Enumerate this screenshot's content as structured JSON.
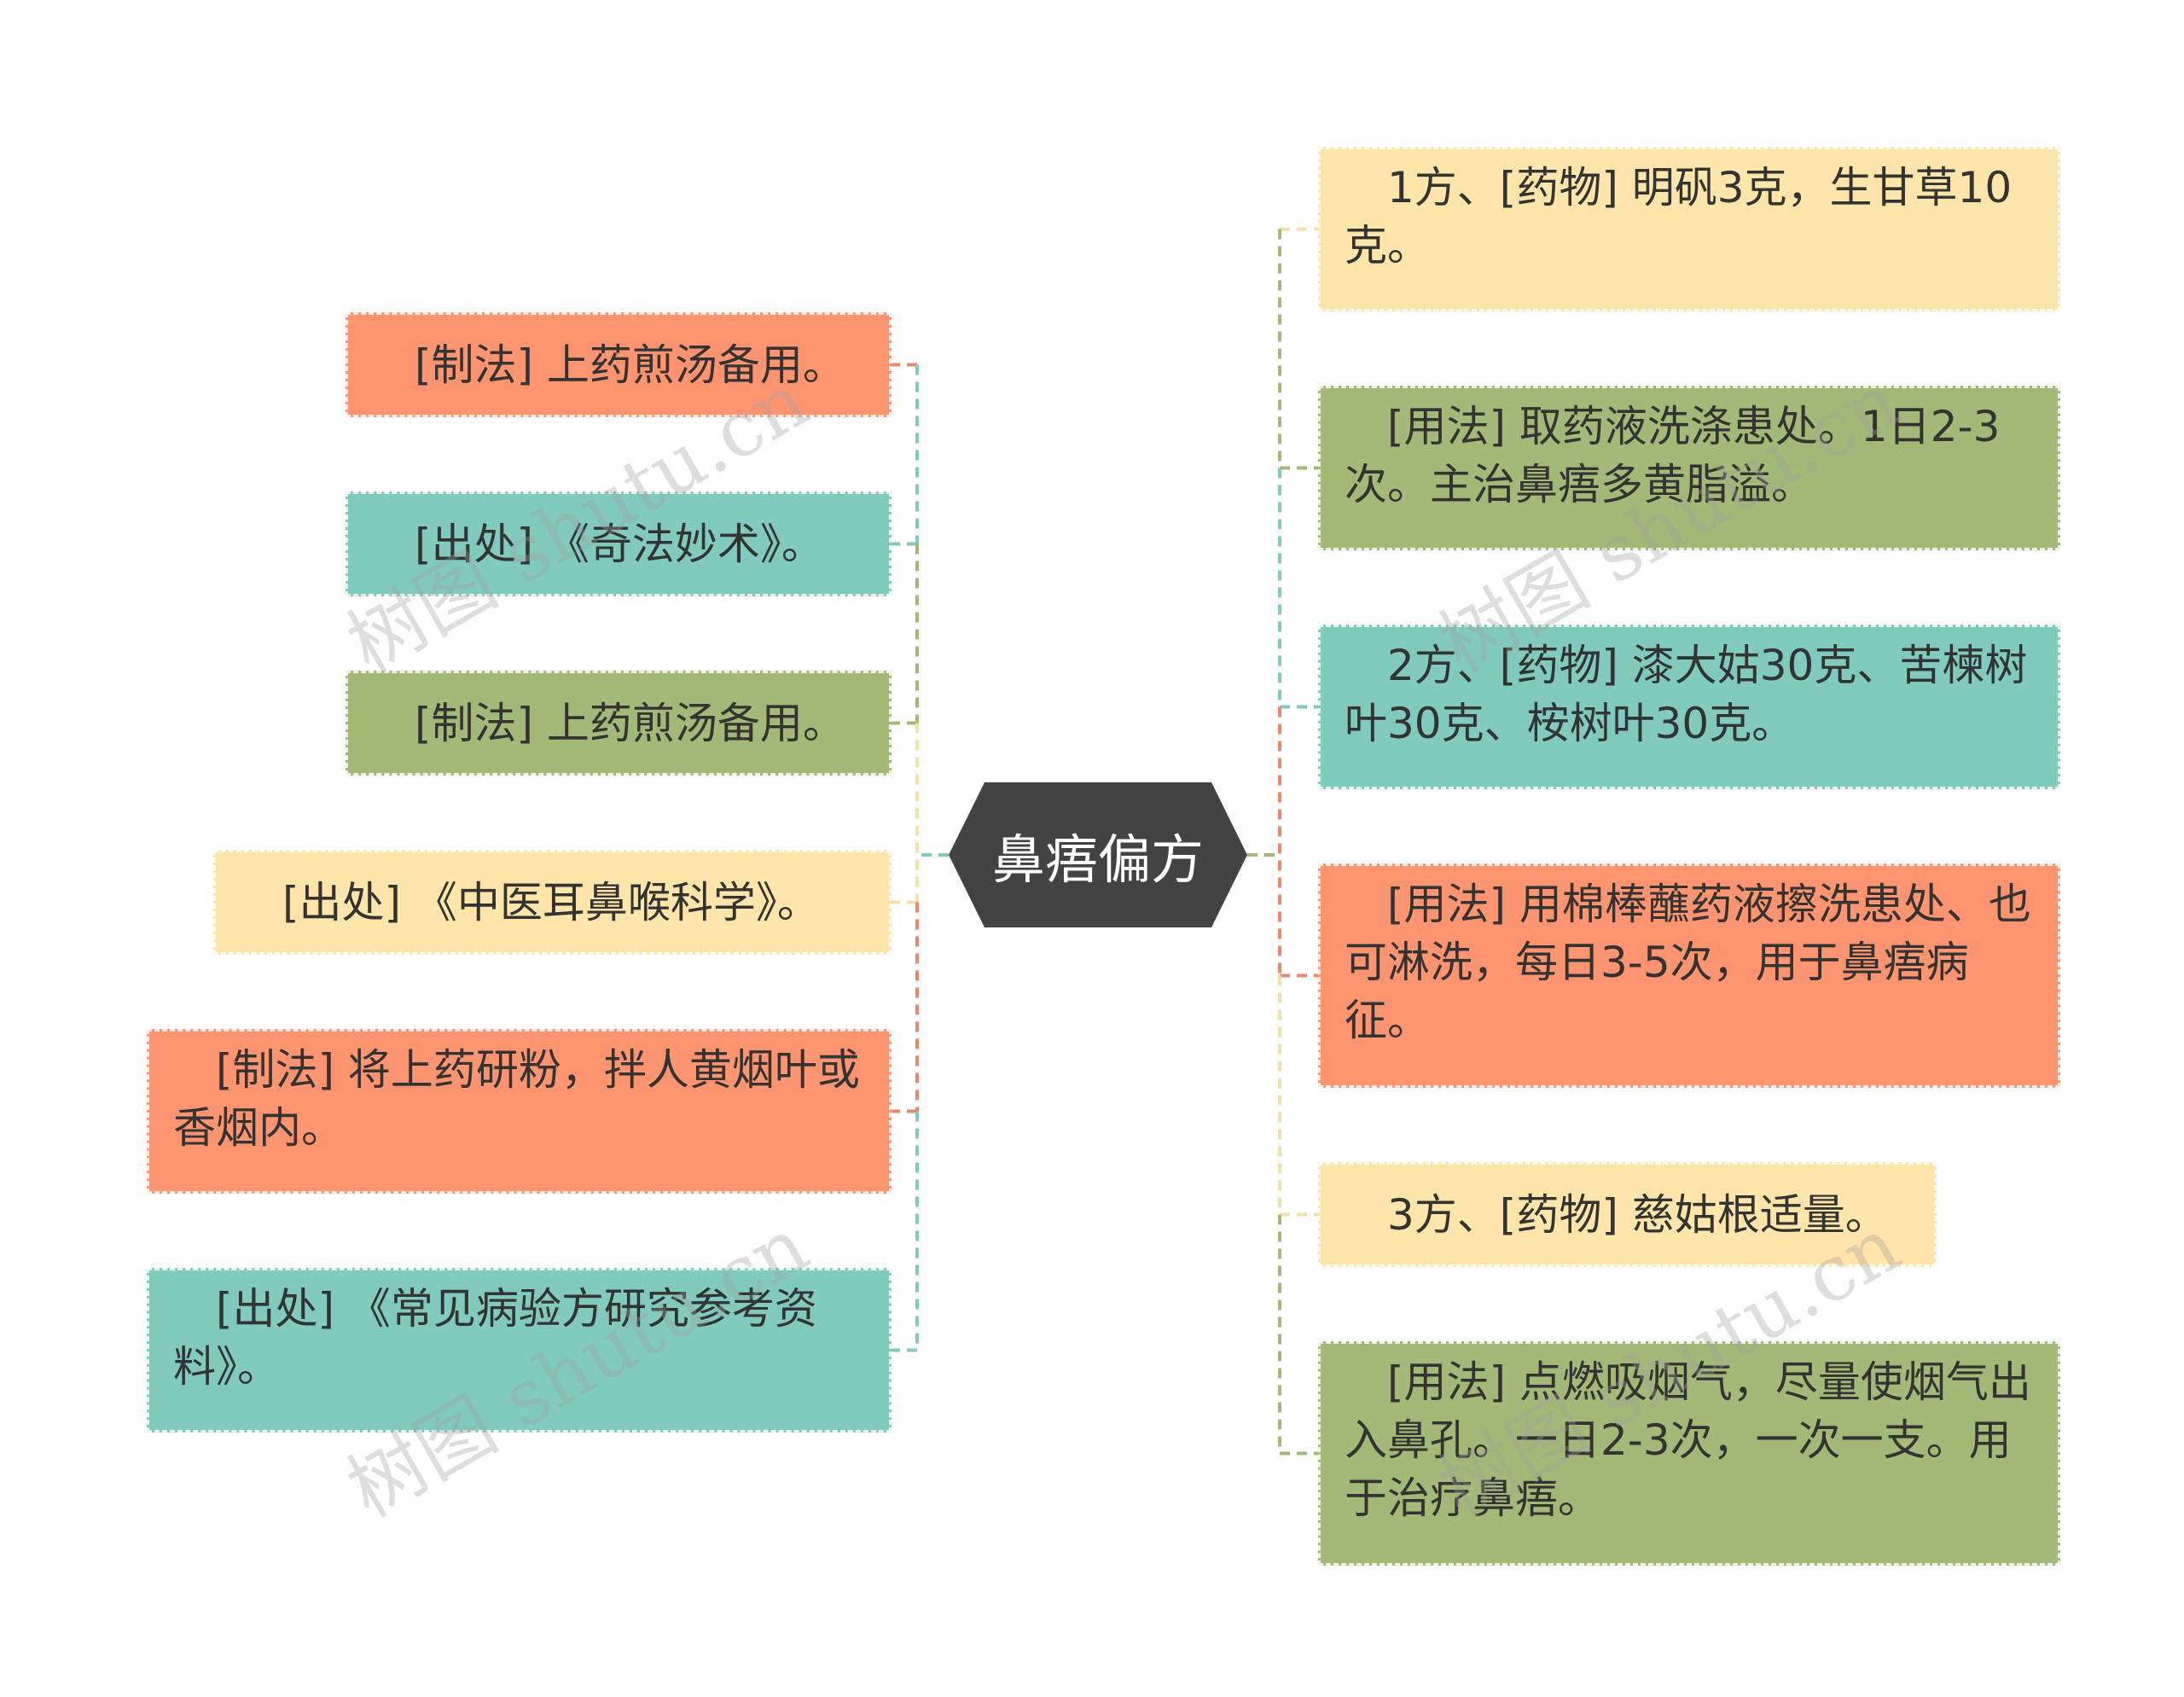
{
  "center": {
    "label": "鼻痦偏方"
  },
  "colors": {
    "salmon": "#FF9570",
    "teal": "#80CBBE",
    "olive": "#A3B977",
    "cream": "#FFE5A9",
    "dark": "#434343"
  },
  "left_nodes": [
    {
      "text": "　[制法] 上药煎汤备用。",
      "color": "#FF9570",
      "line": "#E88A68"
    },
    {
      "text": "　[出处] 《奇法妙术》。",
      "color": "#80CBBE",
      "line": "#80CBBE"
    },
    {
      "text": "　[制法] 上药煎汤备用。",
      "color": "#A3B977",
      "line": "#A3B977"
    },
    {
      "text": "　[出处] 《中医耳鼻喉科学》。",
      "color": "#FFE5A9",
      "line": "#F6DFA6"
    },
    {
      "text": "　[制法] 将上药研粉，拌人黄烟叶或香烟内。",
      "color": "#FF9570",
      "line": "#E88A68"
    },
    {
      "text": "　[出处] 《常见病验方研究参考资料》。",
      "color": "#80CBBE",
      "line": "#80CBBE"
    }
  ],
  "right_nodes": [
    {
      "text": "　1方、[药物] 明矾3克，生甘草10克。",
      "color": "#FFE5A9",
      "line": "#F6DFA6"
    },
    {
      "text": "　[用法] 取药液洗涤患处。1日2-3次。主治鼻痦多黄脂溢。",
      "color": "#A3B977",
      "line": "#A3B977"
    },
    {
      "text": "　2方、[药物] 漆大姑30克、苦楝树叶30克、桉树叶30克。",
      "color": "#80CBBE",
      "line": "#80CBBE"
    },
    {
      "text": "　[用法] 用棉棒蘸药液擦洗患处、也可淋洗，每日3-5次，用于鼻痦病征。",
      "color": "#FF9570",
      "line": "#E88A68"
    },
    {
      "text": "　3方、[药物] 慈姑根适量。",
      "color": "#FFE5A9",
      "line": "#F6DFA6"
    },
    {
      "text": "　[用法] 点燃吸烟气，尽量使烟气出入鼻孔。一日2-3次，一次一支。用于治疗鼻痦。",
      "color": "#A3B977",
      "line": "#A3B977"
    }
  ],
  "watermarks": [
    "树图 shutu.cn",
    "树图 shutu.cn",
    "树图 shutu.cn",
    "树图 shutu.cn"
  ]
}
